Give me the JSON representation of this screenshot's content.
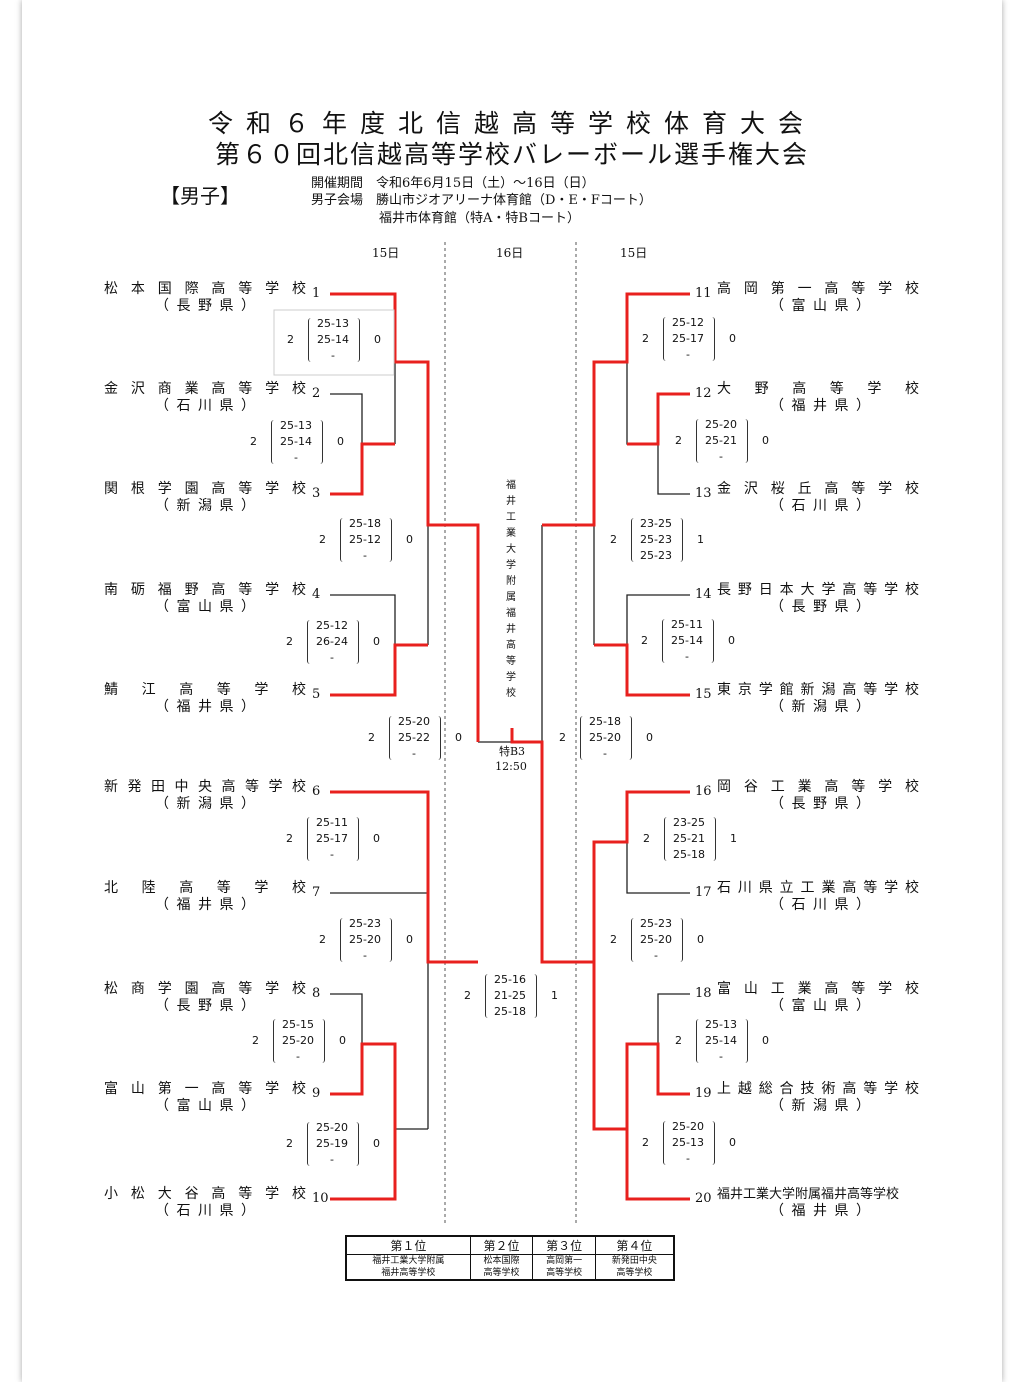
{
  "title": {
    "line1": "令和６年度北信越高等学校体育大会",
    "line2": "第６０回北信越高等学校バレーボール選手権大会"
  },
  "category": "【男子】",
  "info": {
    "period": "開催期間　令和6年6月15日（土）～16日（日）",
    "venue1": "男子会場　勝山市ジオアリーナ体育館（D・E・Fコート）",
    "venue2": "福井市体育館（特A・特Bコート）"
  },
  "days": {
    "left": "15日",
    "center": "16日",
    "right": "15日"
  },
  "left_teams": [
    {
      "num": "1",
      "school": "松本国際高等学校",
      "pref": "（長野県）"
    },
    {
      "num": "2",
      "school": "金沢商業高等学校",
      "pref": "（石川県）"
    },
    {
      "num": "3",
      "school": "関根学園高等学校",
      "pref": "（新潟県）"
    },
    {
      "num": "4",
      "school": "南砺福野高等学校",
      "pref": "（富山県）"
    },
    {
      "num": "5",
      "school": "鯖江高等学校",
      "pref": "（福井県）"
    },
    {
      "num": "6",
      "school": "新発田中央高等学校",
      "pref": "（新潟県）"
    },
    {
      "num": "7",
      "school": "北陸高等学校",
      "pref": "（福井県）"
    },
    {
      "num": "8",
      "school": "松商学園高等学校",
      "pref": "（長野県）"
    },
    {
      "num": "9",
      "school": "富山第一高等学校",
      "pref": "（富山県）"
    },
    {
      "num": "10",
      "school": "小松大谷高等学校",
      "pref": "（石川県）"
    }
  ],
  "right_teams": [
    {
      "num": "11",
      "school": "高岡第一高等学校",
      "pref": "（富山県）"
    },
    {
      "num": "12",
      "school": "大野高等学校",
      "pref": "（福井県）"
    },
    {
      "num": "13",
      "school": "金沢桜丘高等学校",
      "pref": "（石川県）"
    },
    {
      "num": "14",
      "school": "長野日本大学高等学校",
      "pref": "（長野県）"
    },
    {
      "num": "15",
      "school": "東京学館新潟高等学校",
      "pref": "（新潟県）"
    },
    {
      "num": "16",
      "school": "岡谷工業高等学校",
      "pref": "（長野県）"
    },
    {
      "num": "17",
      "school": "石川県立工業高等学校",
      "pref": "（石川県）"
    },
    {
      "num": "18",
      "school": "富山工業高等学校",
      "pref": "（富山県）"
    },
    {
      "num": "19",
      "school": "上越総合技術高等学校",
      "pref": "（新潟県）"
    },
    {
      "num": "20",
      "school": "福井工業大学附属福井高等学校",
      "pref": "（福井県）"
    }
  ],
  "scores": [
    {
      "left": "2",
      "sets": [
        "25-13",
        "25-14",
        "-"
      ],
      "right": "0"
    },
    {
      "left": "2",
      "sets": [
        "25-13",
        "25-14",
        "-"
      ],
      "right": "0"
    },
    {
      "left": "2",
      "sets": [
        "25-18",
        "25-12",
        "-"
      ],
      "right": "0"
    },
    {
      "left": "2",
      "sets": [
        "25-12",
        "26-24",
        "-"
      ],
      "right": "0"
    },
    {
      "left": "2",
      "sets": [
        "25-20",
        "25-22",
        "-"
      ],
      "right": "0"
    },
    {
      "left": "2",
      "sets": [
        "25-11",
        "25-17",
        "-"
      ],
      "right": "0"
    },
    {
      "left": "2",
      "sets": [
        "25-23",
        "25-20",
        "-"
      ],
      "right": "0"
    },
    {
      "left": "2",
      "sets": [
        "25-15",
        "25-20",
        "-"
      ],
      "right": "0"
    },
    {
      "left": "2",
      "sets": [
        "25-20",
        "25-19",
        "-"
      ],
      "right": "0"
    },
    {
      "left": "2",
      "sets": [
        "25-12",
        "25-17",
        "-"
      ],
      "right": "0"
    },
    {
      "left": "2",
      "sets": [
        "25-20",
        "25-21",
        "-"
      ],
      "right": "0"
    },
    {
      "left": "2",
      "sets": [
        "23-25",
        "25-23",
        "25-23"
      ],
      "right": "1"
    },
    {
      "left": "2",
      "sets": [
        "25-11",
        "25-14",
        "-"
      ],
      "right": "0"
    },
    {
      "left": "2",
      "sets": [
        "25-18",
        "25-20",
        "-"
      ],
      "right": "0"
    },
    {
      "left": "2",
      "sets": [
        "23-25",
        "25-21",
        "25-18"
      ],
      "right": "1"
    },
    {
      "left": "2",
      "sets": [
        "25-23",
        "25-20",
        "-"
      ],
      "right": "0"
    },
    {
      "left": "2",
      "sets": [
        "25-13",
        "25-14",
        "-"
      ],
      "right": "0"
    },
    {
      "left": "2",
      "sets": [
        "25-20",
        "25-13",
        "-"
      ],
      "right": "0"
    },
    {
      "left": "2",
      "sets": [
        "25-16",
        "21-25",
        "25-18"
      ],
      "right": "1"
    }
  ],
  "final": {
    "venue": "福井工業大学附属福井高等学校",
    "court": "特B3",
    "time": "12:50"
  },
  "ranking": {
    "headers": [
      "第１位",
      "第２位",
      "第３位",
      "第４位"
    ],
    "teams": [
      [
        "福井工業大学附属",
        "福井高等学校"
      ],
      [
        "松本国際",
        "高等学校"
      ],
      [
        "高岡第一",
        "高等学校"
      ],
      [
        "新発田中央",
        "高等学校"
      ]
    ]
  },
  "colors": {
    "winner_line": "#e8201e",
    "line": "#222222"
  }
}
